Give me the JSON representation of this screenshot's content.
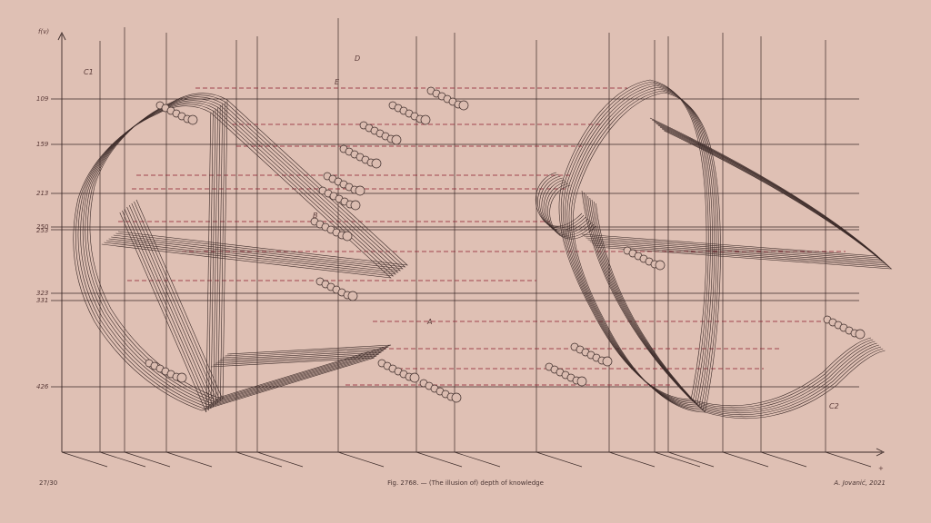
{
  "axis": {
    "y_label": "f(v)",
    "x_label": "+",
    "y_ticks": [
      "109",
      "159",
      "213",
      "250",
      "253",
      "323",
      "331",
      "426"
    ]
  },
  "figure_labels": {
    "c1": "C1",
    "c2": "C2",
    "d": "D",
    "e": "E",
    "b": "B",
    "a": "A"
  },
  "footer": {
    "page": "27/30",
    "caption": "Fig. 2768. — (The illusion of) depth of knowledge",
    "author": "A. Jovanić, 2021"
  },
  "colors": {
    "background": "#dfc0b4",
    "line": "#3b2a28",
    "dash": "#8c1c2c",
    "band_fill": "#dbbcb0"
  }
}
